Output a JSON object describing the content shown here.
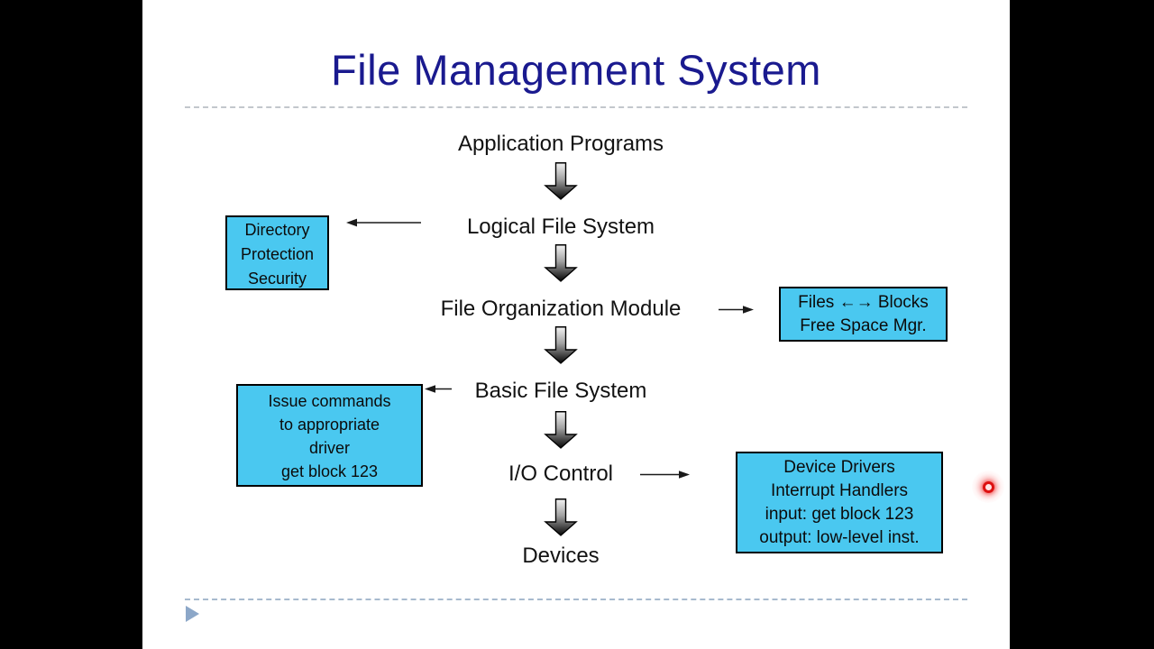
{
  "slide": {
    "title": "File Management System",
    "flow": [
      {
        "label": "Application Programs"
      },
      {
        "label": "Logical File System"
      },
      {
        "label": "File Organization Module"
      },
      {
        "label": "Basic File System"
      },
      {
        "label": "I/O Control"
      },
      {
        "label": "Devices"
      }
    ],
    "callouts": {
      "directory": {
        "lines": [
          "Directory",
          "Protection",
          "Security"
        ]
      },
      "files_blocks": {
        "lines": [
          "Files ←→ Blocks",
          "Free Space Mgr."
        ]
      },
      "issue_commands": {
        "lines": [
          "Issue commands",
          "to appropriate",
          "driver",
          "get block 123"
        ]
      },
      "device_drivers": {
        "lines": [
          "Device Drivers",
          "Interrupt Handlers",
          "input: get block 123",
          "output: low-level inst."
        ]
      }
    },
    "colors": {
      "title_text": "#1A1A8F",
      "callout_fill": "#4AC8F0",
      "callout_border": "#000000",
      "flow_text": "#121212",
      "laser_dot": "#DD1111",
      "top_divider": "#C2C7CC",
      "bottom_divider": "#A7BACE",
      "footer_arrow": "#8CA7C8",
      "letterbox": "#000000",
      "slide_background": "#FFFFFF"
    }
  }
}
